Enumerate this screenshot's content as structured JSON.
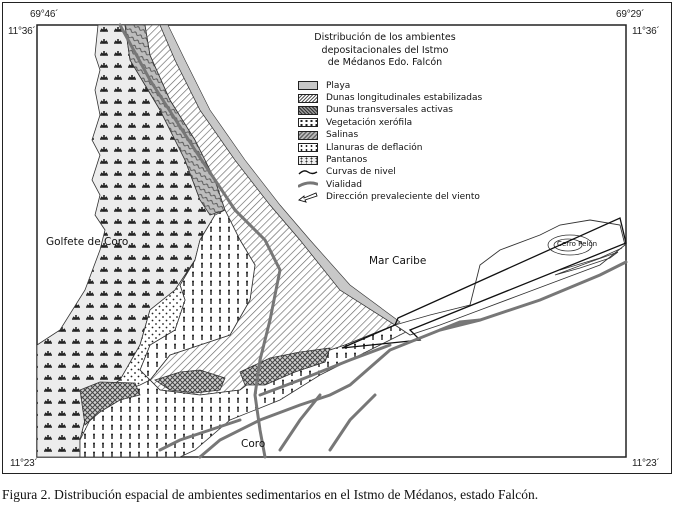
{
  "figure": {
    "coordinates": {
      "top_left_lon": "69°46´",
      "top_right_lon": "69°29´",
      "top_left_lat": "11°36´",
      "top_right_lat": "11°36´",
      "bottom_left_lat": "11°23´",
      "bottom_right_lat": "11°23´"
    },
    "legend": {
      "title_line1": "Distribución de los ambientes",
      "title_line2": "depositacionales del Istmo",
      "title_line3": "de Médanos Edo. Falcón",
      "items": [
        {
          "label": "Playa",
          "pattern": "gray-fill"
        },
        {
          "label": "Dunas longitudinales estabilizadas",
          "pattern": "diagonal-hatch"
        },
        {
          "label": "Dunas transversales activas",
          "pattern": "cross-hatch"
        },
        {
          "label": "Vegetación xerófila",
          "pattern": "shrub-symbols"
        },
        {
          "label": "Salinas",
          "pattern": "gray-hatch"
        },
        {
          "label": "Llanuras de deflación",
          "pattern": "dots"
        },
        {
          "label": "Pantanos",
          "pattern": "marsh-symbols"
        },
        {
          "label": "Curvas de nivel",
          "pattern": "contour-line"
        },
        {
          "label": "Vialidad",
          "pattern": "road-line"
        },
        {
          "label": "Dirección prevaleciente del viento",
          "pattern": "wind-arrow"
        }
      ]
    },
    "map_labels": {
      "gulf": "Golfete de Coro",
      "sea": "Mar Caribe",
      "city": "Coro",
      "hill": "Cerro Pelón"
    },
    "caption": "Figura 2. Distribución espacial de ambientes sedimentarios en el Istmo de  Médanos, estado Falcón."
  }
}
